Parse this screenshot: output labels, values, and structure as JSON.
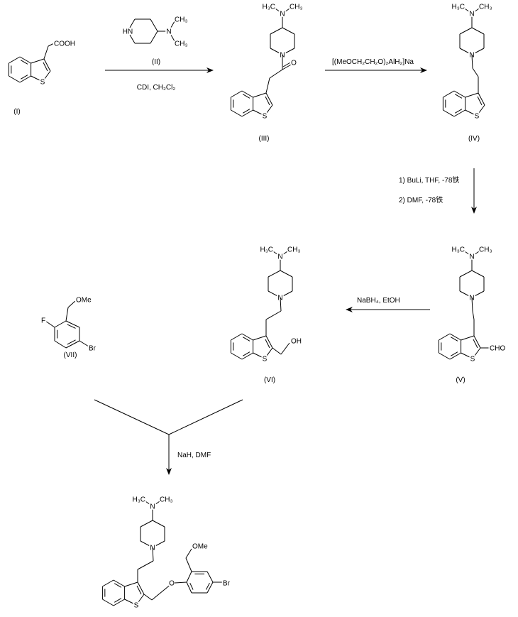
{
  "compounds": {
    "I": "(I)",
    "II": "(II)",
    "III": "(III)",
    "IV": "(IV)",
    "V": "(V)",
    "VI": "(VI)",
    "VII": "(VII)"
  },
  "reagents": {
    "step1_bottom": "CDI, CH₂Cl₂",
    "step2": "[(MeOCH₂CH₂O)₂AlH₂]Na",
    "step3a": "1) BuLi, THF, -78铁",
    "step3b": "2) DMF, -78铁",
    "step4": "NaBH₄, EtOH",
    "step5": "NaH, DMF"
  },
  "atoms": {
    "N": "N",
    "S": "S",
    "O": "O",
    "HN": "HN",
    "H3C": "H₃C",
    "CH3": "CH₃",
    "COOH": "COOH",
    "CHO": "CHO",
    "OH": "OH",
    "OMe": "OMe",
    "F": "F",
    "Br": "Br"
  }
}
